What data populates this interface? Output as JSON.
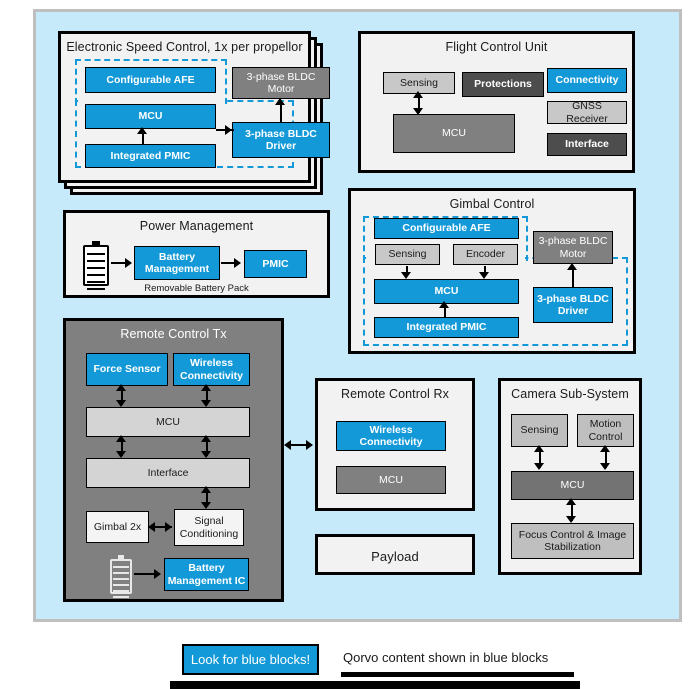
{
  "board": {
    "background_color": "#c7eafb",
    "border_color": "#bfbfbf"
  },
  "palette": {
    "qorvo_blue": "#1499d8",
    "panel_fill": "#f2f2f2",
    "gray_light": "#c8c8c8",
    "gray_medium": "#808080",
    "gray_dark": "#4d4d4d",
    "white_block": "#f4f4f4"
  },
  "groups": {
    "esc": {
      "title": "Electronic Speed Control, 1x per propellor",
      "stacked_copies": 3,
      "blocks": [
        {
          "label": "Configurable AFE",
          "style": "blue",
          "qorvo": true
        },
        {
          "label": "MCU",
          "style": "blue",
          "qorvo": true
        },
        {
          "label": "Integrated PMIC",
          "style": "blue",
          "qorvo": true
        },
        {
          "label": "3-phase BLDC Motor",
          "style": "gray-md",
          "qorvo": false
        },
        {
          "label": "3-phase BLDC Driver",
          "style": "blue",
          "qorvo": true
        }
      ]
    },
    "fcu": {
      "title": "Flight Control Unit",
      "blocks": [
        {
          "label": "Sensing",
          "style": "gray-lt",
          "qorvo": false
        },
        {
          "label": "Protections",
          "style": "gray-dk",
          "qorvo": false
        },
        {
          "label": "Connectivity",
          "style": "blue",
          "qorvo": true
        },
        {
          "label": "GNSS Receiver",
          "style": "gray-lt",
          "qorvo": false
        },
        {
          "label": "Interface",
          "style": "gray-dk",
          "qorvo": false
        },
        {
          "label": "MCU",
          "style": "gray-md",
          "qorvo": false
        }
      ]
    },
    "power": {
      "title": "Power Management",
      "caption": "Removable Battery Pack",
      "icon": "battery-icon",
      "blocks": [
        {
          "label": "Battery Management",
          "style": "blue",
          "qorvo": true
        },
        {
          "label": "PMIC",
          "style": "blue",
          "qorvo": true
        }
      ]
    },
    "gimbal": {
      "title": "Gimbal Control",
      "blocks": [
        {
          "label": "Configurable AFE",
          "style": "blue",
          "qorvo": true
        },
        {
          "label": "Sensing",
          "style": "gray-lt",
          "qorvo": false
        },
        {
          "label": "Encoder",
          "style": "gray-lt",
          "qorvo": false
        },
        {
          "label": "MCU",
          "style": "blue",
          "qorvo": true
        },
        {
          "label": "Integrated PMIC",
          "style": "blue",
          "qorvo": true
        },
        {
          "label": "3-phase BLDC Motor",
          "style": "gray-md",
          "qorvo": false
        },
        {
          "label": "3-phase BLDC Driver",
          "style": "blue",
          "qorvo": true
        }
      ]
    },
    "rc_tx": {
      "title": "Remote Control Tx",
      "icon": "battery-icon",
      "blocks": [
        {
          "label": "Force Sensor",
          "style": "blue",
          "qorvo": true
        },
        {
          "label": "Wireless Connectivity",
          "style": "blue",
          "qorvo": true
        },
        {
          "label": "MCU",
          "style": "silver",
          "qorvo": false
        },
        {
          "label": "Interface",
          "style": "silver",
          "qorvo": false
        },
        {
          "label": "Gimbal 2x",
          "style": "white",
          "qorvo": false
        },
        {
          "label": "Signal Conditioning",
          "style": "white",
          "qorvo": false
        },
        {
          "label": "Battery Management IC",
          "style": "blue",
          "qorvo": true
        }
      ]
    },
    "rc_rx": {
      "title": "Remote Control Rx",
      "blocks": [
        {
          "label": "Wireless Connectivity",
          "style": "blue",
          "qorvo": true
        },
        {
          "label": "MCU",
          "style": "gray-rx",
          "qorvo": false
        }
      ]
    },
    "payload": {
      "title": "Payload"
    },
    "camera": {
      "title": "Camera Sub-System",
      "blocks": [
        {
          "label": "Sensing",
          "style": "gray-lt2",
          "qorvo": false
        },
        {
          "label": "Motion Control",
          "style": "gray-lt2",
          "qorvo": false
        },
        {
          "label": "MCU",
          "style": "gray-cam",
          "qorvo": false
        },
        {
          "label": "Focus Control & Image Stabilization",
          "style": "gray-lt2",
          "qorvo": false
        }
      ]
    }
  },
  "legend": {
    "button_label": "Look for blue blocks!",
    "note": "Qorvo content shown in blue blocks"
  }
}
